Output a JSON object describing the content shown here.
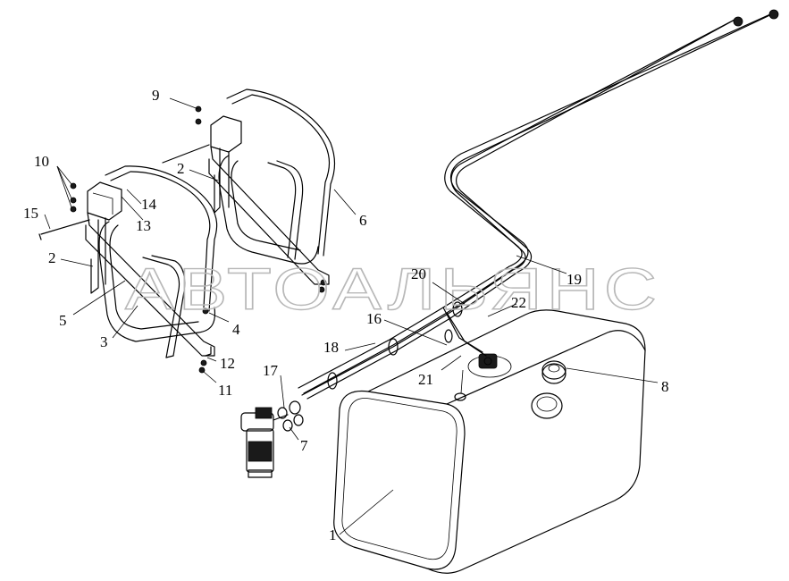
{
  "watermark": "АВТОАЛЬЯНС",
  "callouts": {
    "c1": "1",
    "c2a": "2",
    "c2b": "2",
    "c3": "3",
    "c4": "4",
    "c5": "5",
    "c6": "6",
    "c7": "7",
    "c8": "8",
    "c9": "9",
    "c10": "10",
    "c11": "11",
    "c12": "12",
    "c13": "13",
    "c14": "14",
    "c15": "15",
    "c16": "16",
    "c17": "17",
    "c18": "18",
    "c19": "19",
    "c20": "20",
    "c21": "21",
    "c22": "22"
  }
}
